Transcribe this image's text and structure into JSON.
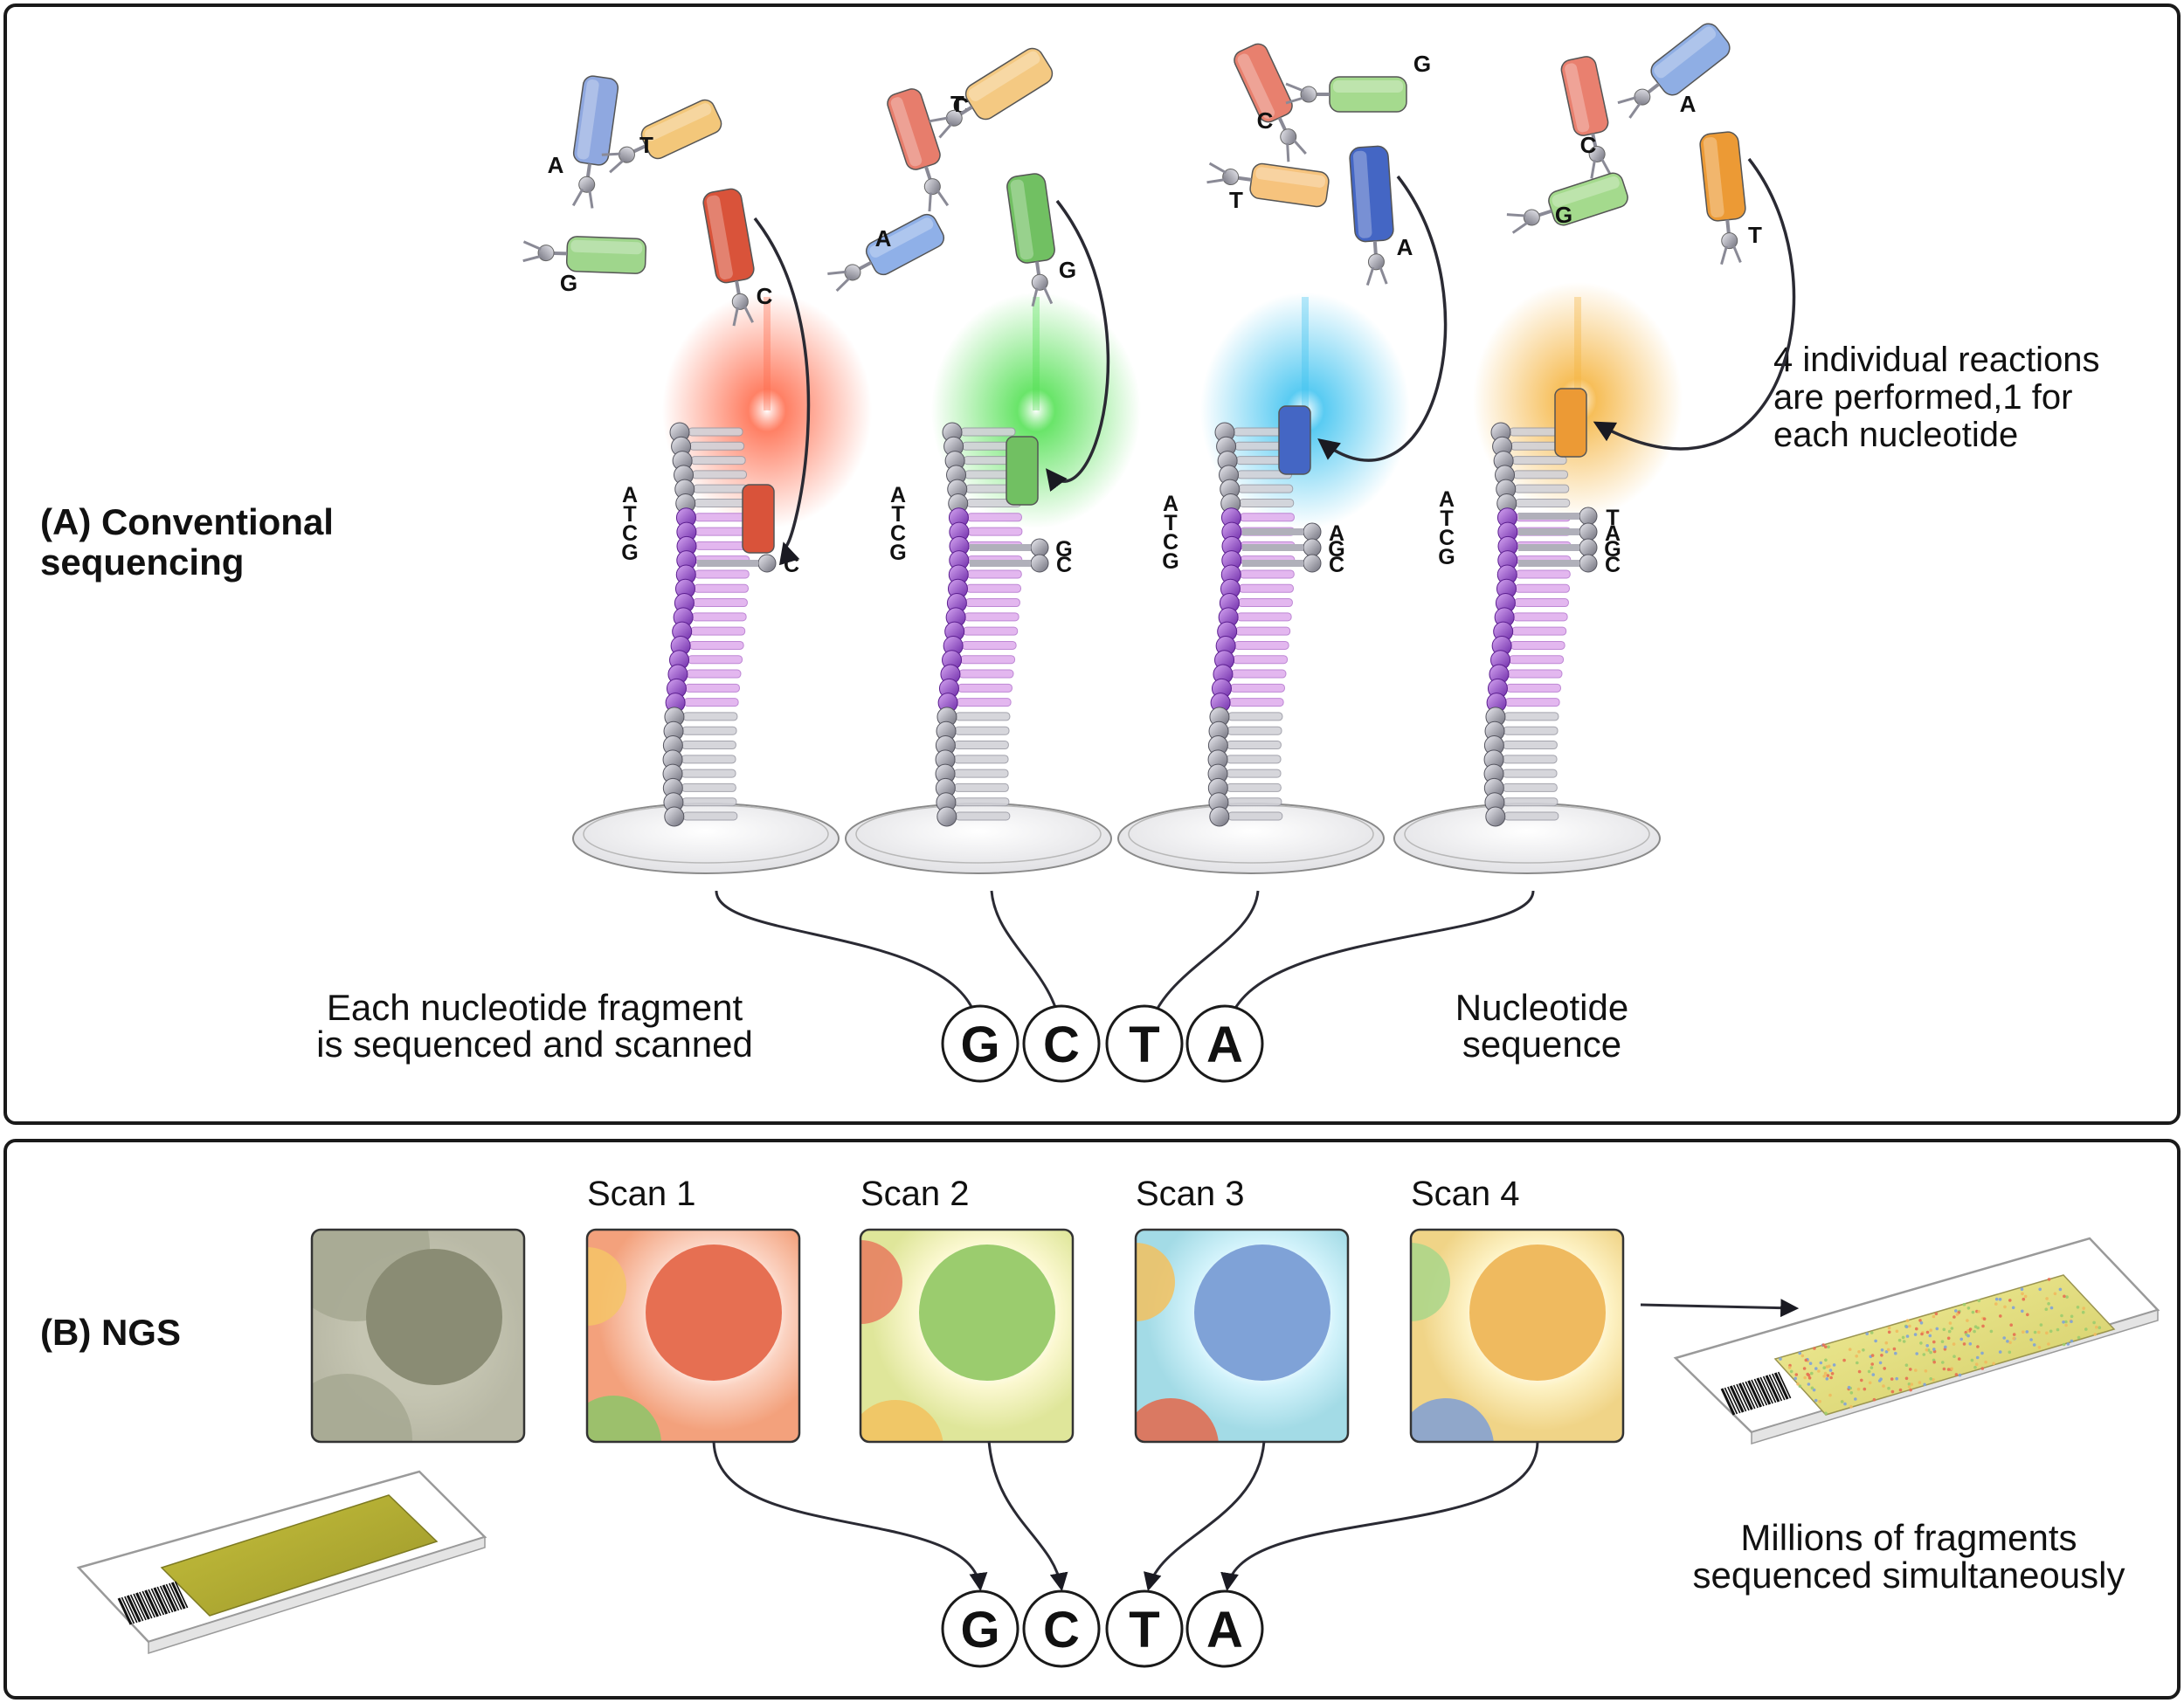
{
  "panel_a": {
    "title_line1": "(A) Conventional",
    "title_line2": "sequencing",
    "note_line1": "4 individual reactions",
    "note_line2": "are performed,1 for",
    "note_line3": "each nucleotide",
    "left_caption_line1": "Each nucleotide fragment",
    "left_caption_line2": "is sequenced and scanned",
    "right_caption_line1": "Nucleotide",
    "right_caption_line2": "sequence",
    "sequence": [
      "G",
      "C",
      "T",
      "A"
    ],
    "reactions": [
      {
        "template": [
          "A",
          "T",
          "C",
          "G"
        ],
        "synthesized": [
          "C"
        ],
        "free_nucleotides": [
          {
            "letter": "A",
            "color": "#8fa8e0"
          },
          {
            "letter": "T",
            "color": "#f3c77a"
          },
          {
            "letter": "G",
            "color": "#9fd68c"
          },
          {
            "letter": "C",
            "color": "#d9533a"
          }
        ],
        "glow_color": "#ff6a4a"
      },
      {
        "template": [
          "A",
          "T",
          "C",
          "G"
        ],
        "synthesized": [
          "G",
          "C"
        ],
        "free_nucleotides": [
          {
            "letter": "C",
            "color": "#e77d6c"
          },
          {
            "letter": "T",
            "color": "#f4c982"
          },
          {
            "letter": "A",
            "color": "#8fb0e8"
          },
          {
            "letter": "G",
            "color": "#71c062"
          }
        ],
        "glow_color": "#4fe04f"
      },
      {
        "template": [
          "A",
          "T",
          "C",
          "G"
        ],
        "synthesized": [
          "A",
          "G",
          "C"
        ],
        "free_nucleotides": [
          {
            "letter": "C",
            "color": "#e8806e"
          },
          {
            "letter": "G",
            "color": "#a5da8e"
          },
          {
            "letter": "T",
            "color": "#f6c37d"
          },
          {
            "letter": "A",
            "color": "#4466c4"
          }
        ],
        "glow_color": "#3cc2f0"
      },
      {
        "template": [
          "A",
          "T",
          "C",
          "G"
        ],
        "synthesized": [
          "T",
          "A",
          "G",
          "C"
        ],
        "free_nucleotides": [
          {
            "letter": "C",
            "color": "#e9806f"
          },
          {
            "letter": "A",
            "color": "#8faee4"
          },
          {
            "letter": "G",
            "color": "#a4da8d"
          },
          {
            "letter": "T",
            "color": "#ec9a35"
          }
        ],
        "glow_color": "#f5b33c"
      }
    ]
  },
  "panel_b": {
    "title": "(B) NGS",
    "scans": [
      {
        "label": "",
        "spot_color": "#8a8c74",
        "glow_color": "#b8b8a4"
      },
      {
        "label": "Scan 1",
        "spot_color": "#e66f52",
        "glow_color": "#f08a6a"
      },
      {
        "label": "Scan 2",
        "spot_color": "#9bcc6e",
        "glow_color": "#e9f0a0"
      },
      {
        "label": "Scan 3",
        "spot_color": "#7fa2d7",
        "glow_color": "#a8e6f5"
      },
      {
        "label": "Scan 4",
        "spot_color": "#efba5f",
        "glow_color": "#f7d88a"
      }
    ],
    "sequence": [
      "G",
      "C",
      "T",
      "A"
    ],
    "caption_line1": "Millions of fragments",
    "caption_line2": "sequenced simultaneously"
  },
  "colors": {
    "A": "#8fa8e0",
    "T": "#f3c77a",
    "G": "#9fd68c",
    "C": "#d9533a",
    "strand_purple": "#9b4fd6",
    "strand_pink": "#e2b4ec",
    "backbone_gray": "#8c8c94",
    "chip_yellow": "#b4ae32"
  }
}
